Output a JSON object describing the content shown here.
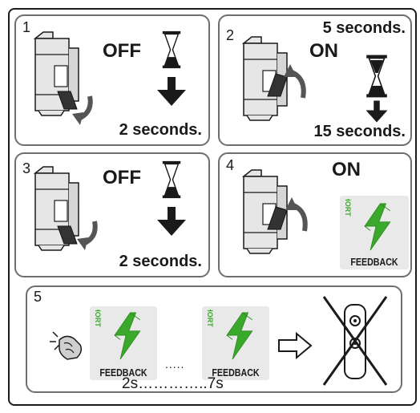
{
  "steps": [
    {
      "number": "1",
      "state": "OFF",
      "duration": "2 seconds."
    },
    {
      "number": "2",
      "state": "ON",
      "duration_top": "5 seconds.",
      "duration_bottom": "15 seconds."
    },
    {
      "number": "3",
      "state": "OFF",
      "duration": "2 seconds."
    },
    {
      "number": "4",
      "state": "ON",
      "indicator_label": "FEEDBACK",
      "indicator_side_text": "SHORT"
    },
    {
      "number": "5",
      "indicator_label": "FEEDBACK",
      "indicator_side_text": "SHORT",
      "ellipsis": ".....",
      "timing": "2s…………..7s"
    }
  ],
  "colors": {
    "indicator_green": "#3aa82a",
    "panel_border": "#6e6e6e",
    "breaker_fill": "#e6e6e6",
    "cross": "#1a1a1a"
  },
  "icons": [
    "breaker-icon",
    "hourglass-icon",
    "curved-arrow-icon",
    "down-arrow-icon",
    "feedback-indicator-icon",
    "hand-press-icon",
    "outline-arrow-icon",
    "remote-control-icon",
    "cross-icon"
  ]
}
